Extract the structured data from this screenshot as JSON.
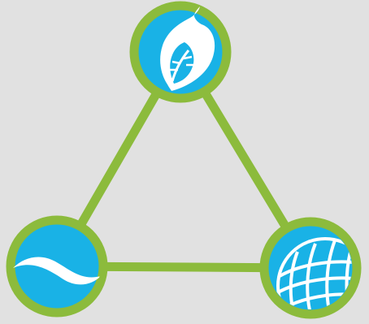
{
  "colors": {
    "background": "#e1e1e1",
    "ring": "#8cbb3c",
    "fill": "#19b2e6",
    "glyph": "#ffffff"
  },
  "diagram": {
    "type": "triangle-cycle",
    "nodes": [
      {
        "id": "top",
        "icon": "leaf-icon"
      },
      {
        "id": "bottom-left",
        "icon": "wave-icon"
      },
      {
        "id": "bottom-right",
        "icon": "globe-icon"
      }
    ],
    "connectors": [
      {
        "from": "top",
        "to": "bottom-left"
      },
      {
        "from": "top",
        "to": "bottom-right"
      },
      {
        "from": "bottom-left",
        "to": "bottom-right"
      }
    ]
  }
}
